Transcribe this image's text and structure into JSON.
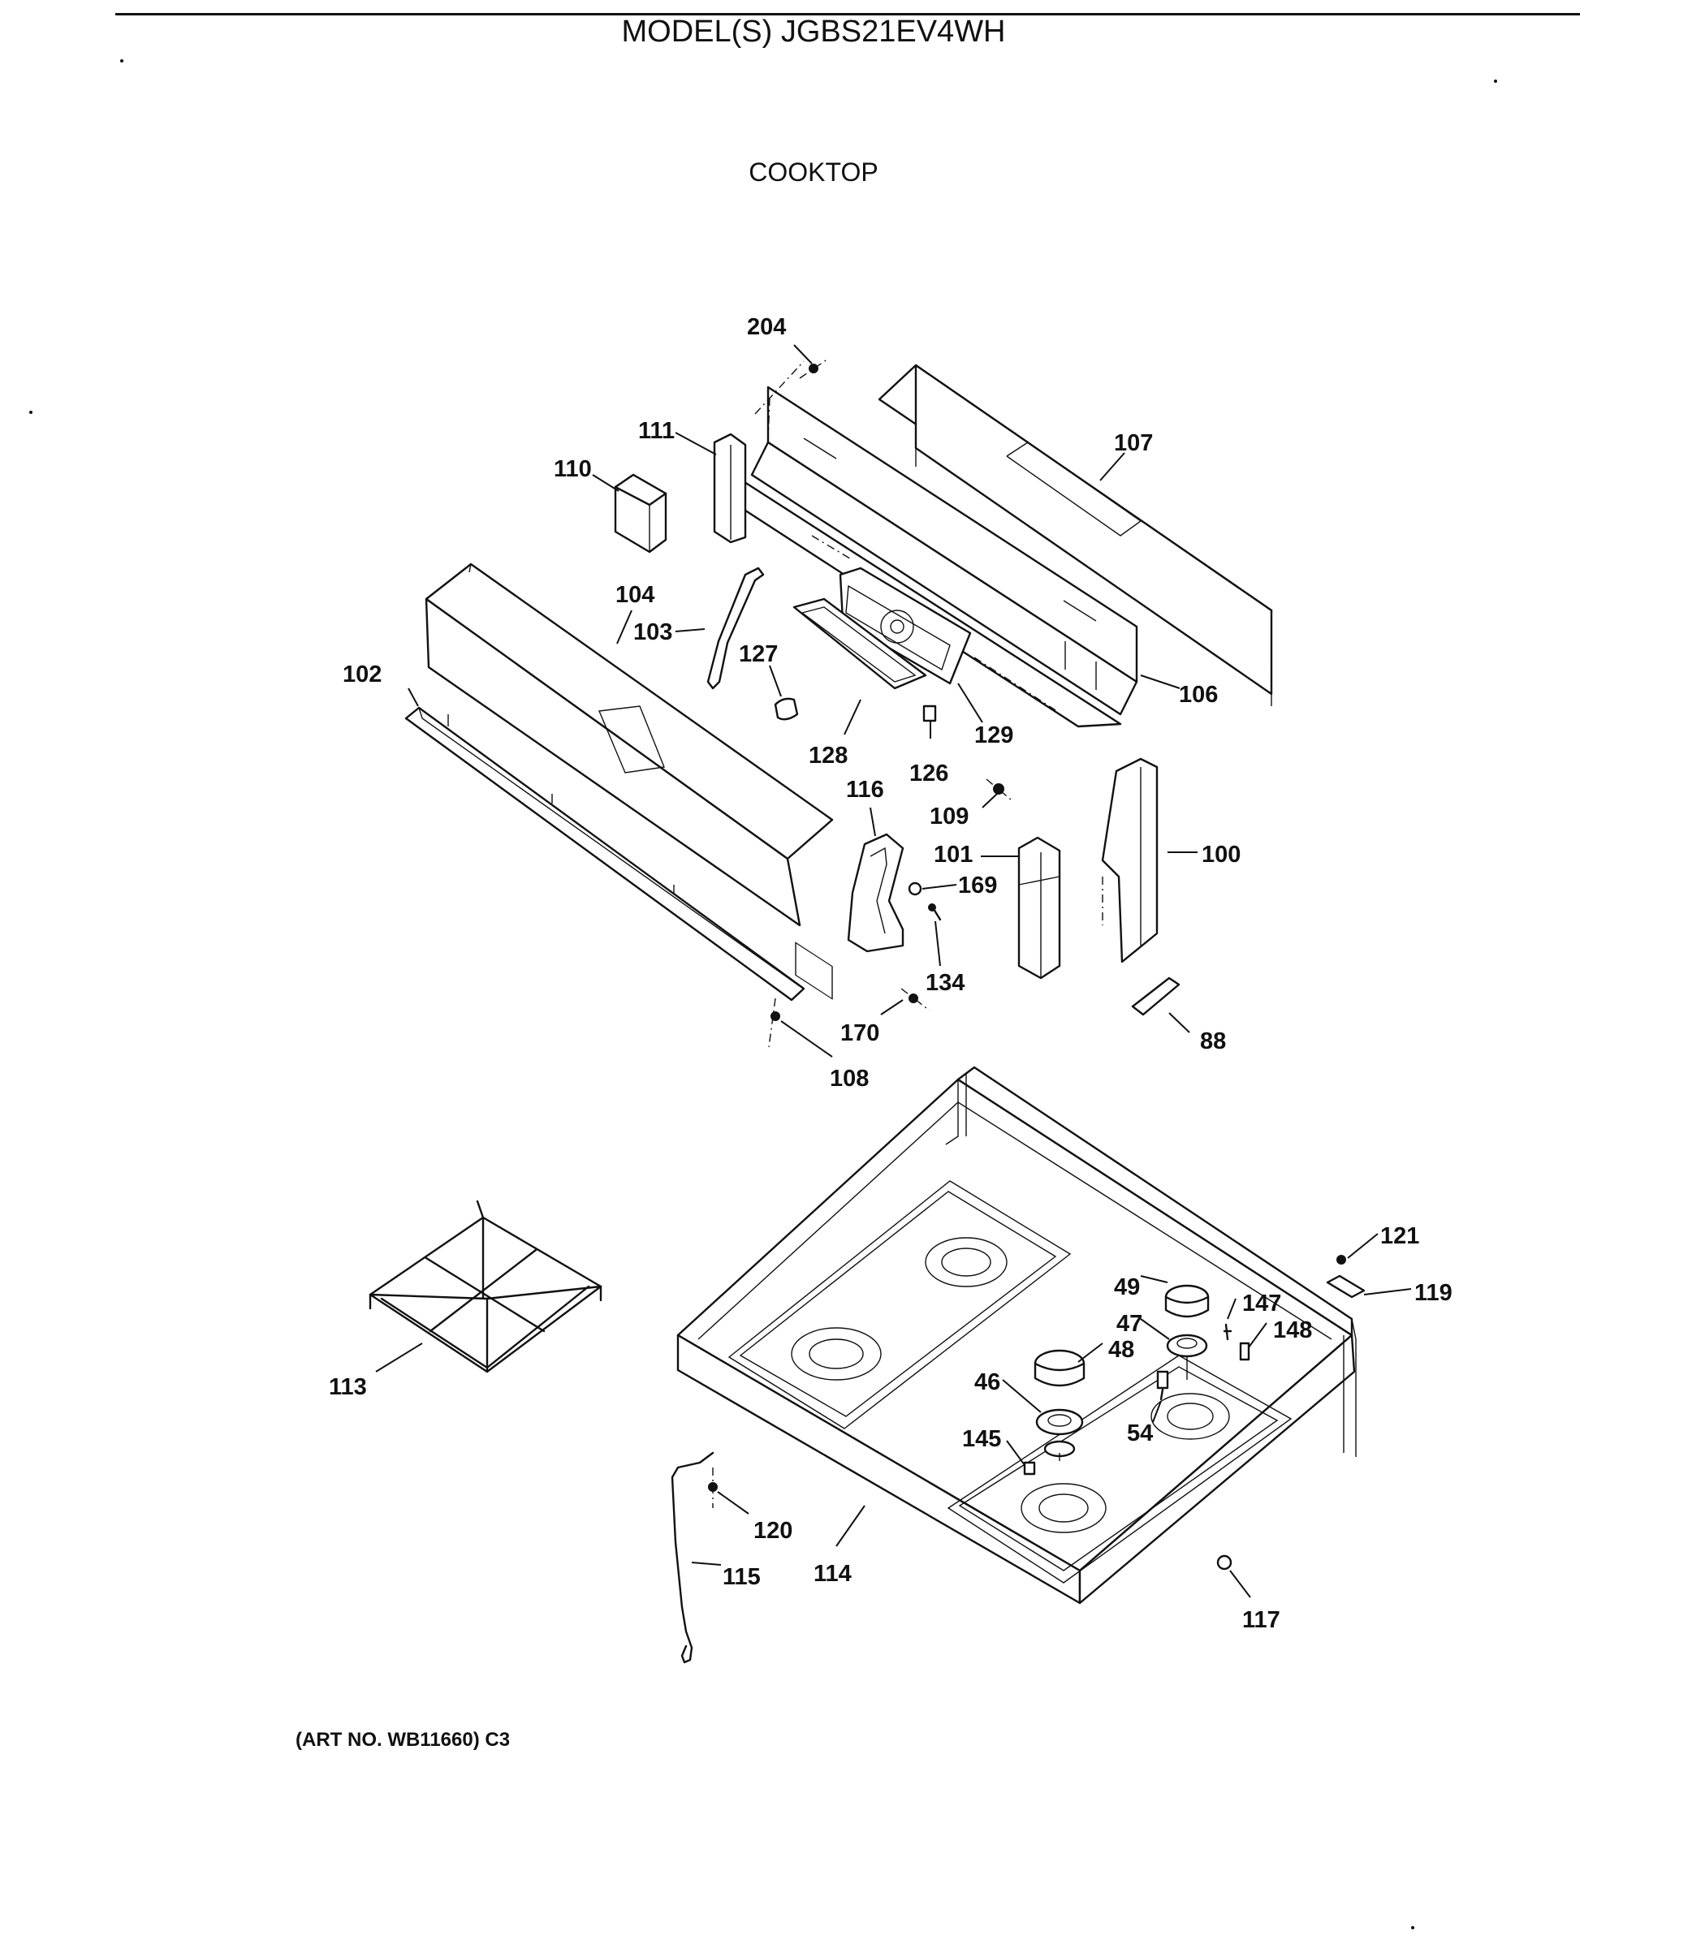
{
  "header": {
    "model": "MODEL(S) JGBS21EV4WH",
    "section": "COOKTOP"
  },
  "footer": {
    "art_no": "(ART NO. WB11660) C3"
  },
  "callouts": [
    "204",
    "111",
    "110",
    "107",
    "104",
    "103",
    "127",
    "102",
    "129",
    "106",
    "128",
    "126",
    "116",
    "109",
    "101",
    "100",
    "169",
    "134",
    "170",
    "88",
    "108",
    "121",
    "119",
    "49",
    "147",
    "47",
    "148",
    "48",
    "46",
    "113",
    "54",
    "145",
    "120",
    "115",
    "114",
    "117"
  ]
}
